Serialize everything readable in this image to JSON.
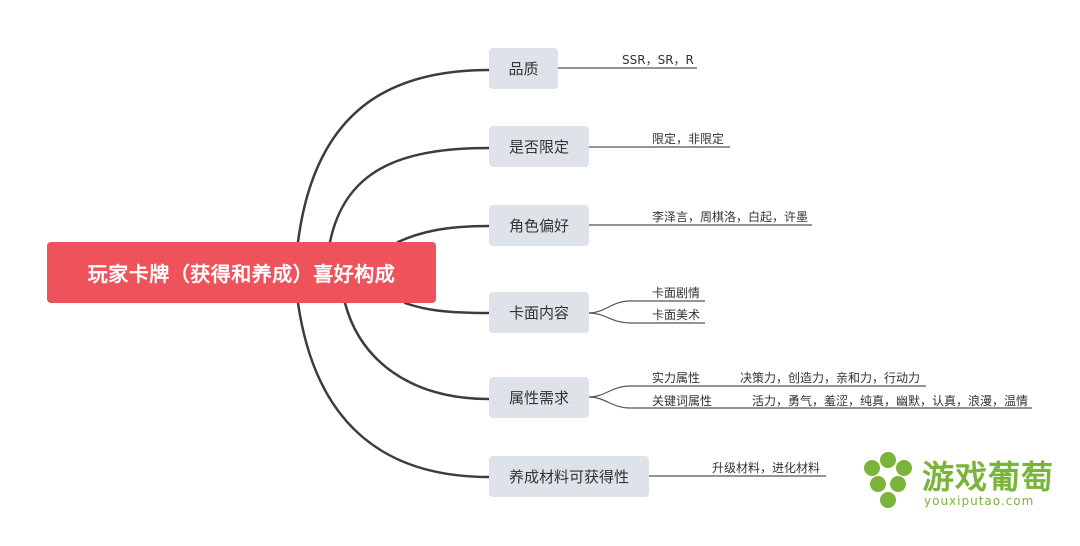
{
  "root": {
    "label": "玩家卡牌（获得和养成）喜好构成"
  },
  "branches": [
    {
      "label": "品质"
    },
    {
      "label": "是否限定"
    },
    {
      "label": "角色偏好"
    },
    {
      "label": "卡面内容"
    },
    {
      "label": "属性需求"
    },
    {
      "label": "养成材料可获得性"
    }
  ],
  "leaves": {
    "quality": "SSR，SR，R",
    "limited": "限定，非限定",
    "character": "李泽言，周棋洛，白起，许墨",
    "card_story": "卡面剧情",
    "card_art": "卡面美术",
    "power_attr": "实力属性",
    "power_attr_values": "决策力，创造力，亲和力，行动力",
    "keyword_attr": "关键词属性",
    "keyword_attr_values": "活力，勇气，羞涩，纯真，幽默，认真，浪漫，温情",
    "materials": "升级材料，进化材料"
  },
  "watermark": {
    "title": "游戏葡萄",
    "subtitle": "youxiputao.com",
    "color": "#7ab539"
  },
  "colors": {
    "root_fill": "#ee535b",
    "branch_fill": "#dde3e8",
    "line": "#3c3c3c"
  }
}
